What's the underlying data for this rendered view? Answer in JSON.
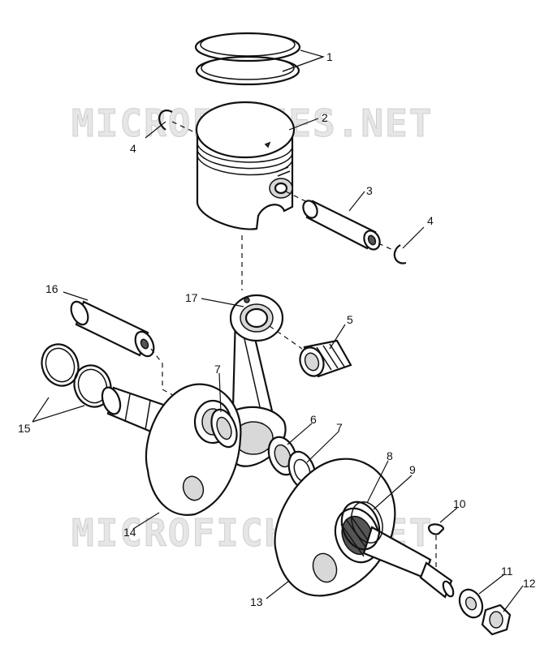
{
  "watermark": {
    "top": "MICROFICHES.NET",
    "bottom": "MICROFICHES.NET"
  },
  "callouts": {
    "c1": "1",
    "c2": "2",
    "c3": "3",
    "c4a": "4",
    "c4b": "4",
    "c5": "5",
    "c6": "6",
    "c7a": "7",
    "c7b": "7",
    "c8": "8",
    "c9": "9",
    "c10": "10",
    "c11": "11",
    "c12": "12",
    "c13": "13",
    "c14": "14",
    "c15": "15",
    "c16": "16",
    "c17": "17"
  }
}
